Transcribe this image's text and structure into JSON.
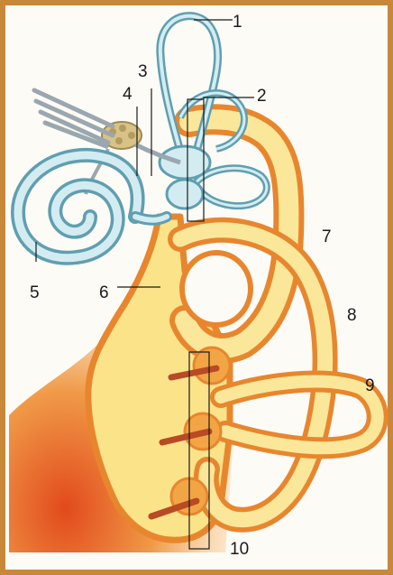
{
  "labels": {
    "l1": "1",
    "l2": "2",
    "l3": "3",
    "l4": "4",
    "l5": "5",
    "l6": "6",
    "l7": "7",
    "l8": "8",
    "l9": "9",
    "l10": "10"
  },
  "colors": {
    "frame": "#c8883a",
    "paper": "#fdfbf6",
    "canal_outer": "#e8862e",
    "canal_inner": "#fbe79a",
    "membrane_blue": "#a9d3dd",
    "membrane_blue_dark": "#5f9fb0",
    "nerve_red": "#b84a24"
  }
}
